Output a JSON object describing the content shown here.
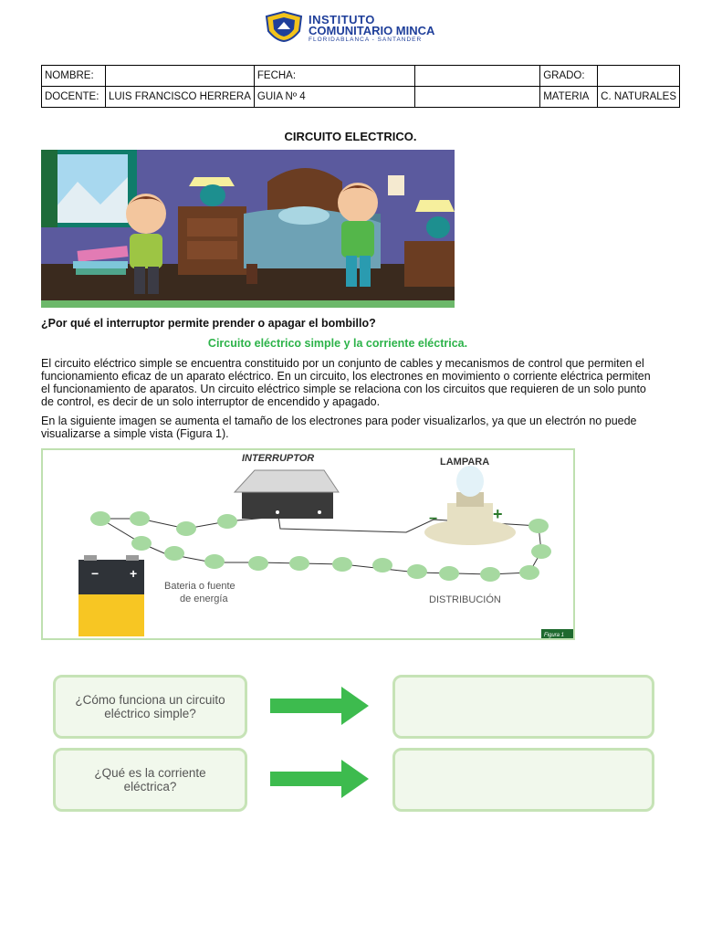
{
  "header": {
    "school_line1": "INSTITUTO",
    "school_line2": "COMUNITARIO MINCA",
    "school_line3": "FLORIDABLANCA - SANTANDER"
  },
  "info_table": {
    "nombre_label": "NOMBRE:",
    "nombre_value": "",
    "fecha_label": "FECHA:",
    "fecha_value": "",
    "grado_label": "GRADO:",
    "grado_value": "",
    "docente_label": "DOCENTE:",
    "docente_value": "LUIS FRANCISCO HERRERA",
    "guia_label": "GUIA Nº 4",
    "materia_label": "MATERIA",
    "materia_value": "C. NATURALES"
  },
  "title": "CIRCUITO ELECTRICO.",
  "question": "¿Por qué el interruptor permite prender o apagar el bombillo?",
  "subtitle": "Circuito eléctrico simple y la corriente eléctrica.",
  "paragraph1": "El circuito eléctrico simple se encuentra constituido por un conjunto de cables y mecanismos de control que permiten el funcionamiento eficaz de un aparato eléctrico. En un circuito, los electrones en movimiento o corriente eléctrica permiten el funcionamiento de aparatos. Un circuito eléctrico simple se relaciona con los circuitos que requieren de un solo punto de control, es decir de un solo interruptor de encendido y apagado.",
  "paragraph2": "En la siguiente imagen se aumenta el tamaño de los electrones para poder visualizarlos, ya que un electrón no puede visualizarse a simple vista (Figura 1).",
  "figure": {
    "switch_label": "INTERRUPTOR",
    "lamp_label": "LAMPARA",
    "battery_label_1": "Bateria o fuente",
    "battery_label_2": "de energía",
    "distribution_label": "DISTRIBUCIÓN",
    "figure_caption": "Figura 1",
    "minus": "−",
    "plus": "+"
  },
  "activities": [
    {
      "question_line1": "¿Cómo funciona un circuito",
      "question_line2": "eléctrico simple?",
      "answer": ""
    },
    {
      "question_line1": "¿Qué es la corriente",
      "question_line2": "eléctrica?",
      "answer": ""
    }
  ],
  "colors": {
    "accent_green": "#2db34a",
    "electron_green": "#a6d9a0",
    "box_border": "#c6e3b6",
    "logo_blue": "#1f3f9a"
  }
}
